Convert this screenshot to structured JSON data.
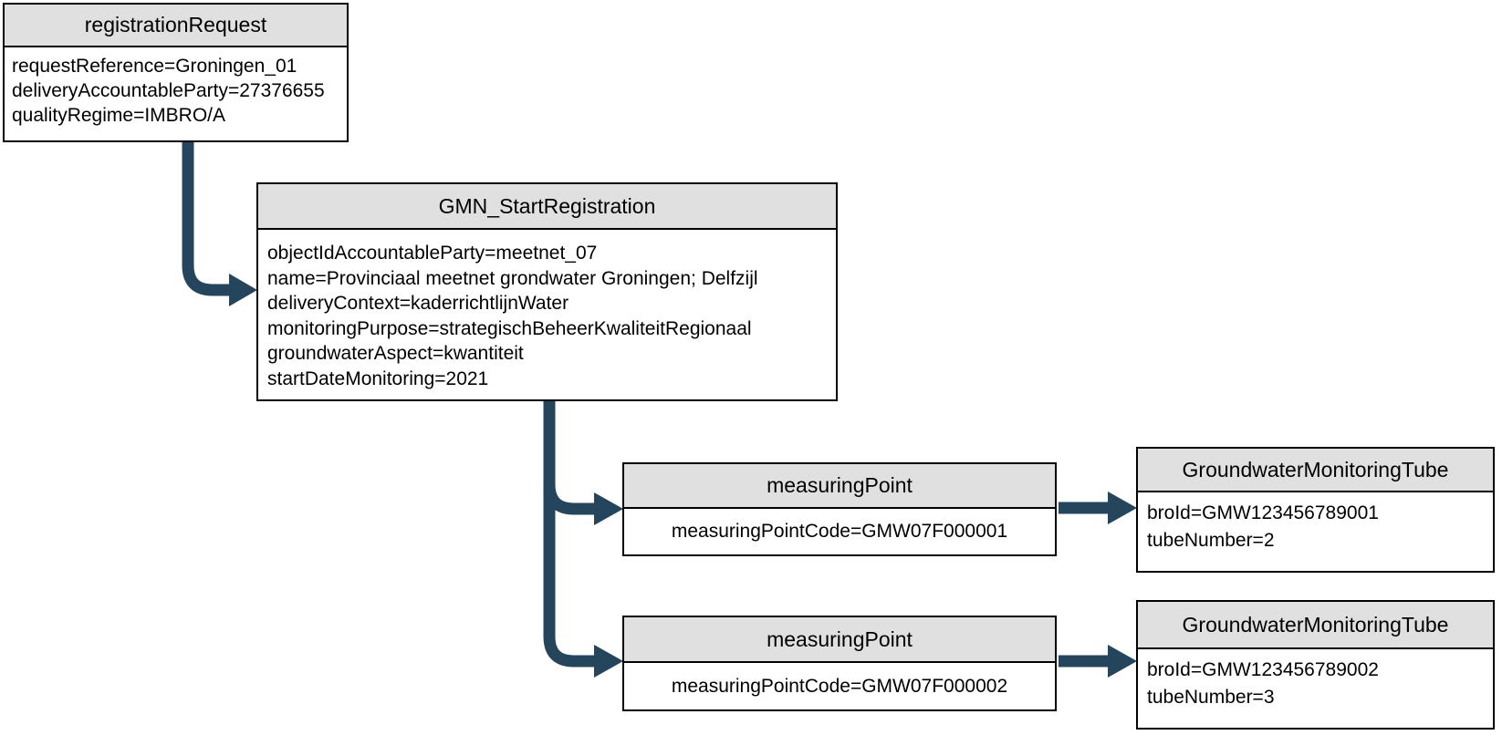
{
  "colors": {
    "arrow": "#24455C",
    "box_header_bg": "#E0E0E0",
    "box_border": "#000000",
    "background": "#FFFFFF"
  },
  "diagram": {
    "type": "object-tree",
    "boxes": {
      "registration_request": {
        "title": "registrationRequest",
        "attributes": [
          "requestReference=Groningen_01",
          "deliveryAccountableParty=27376655",
          "qualityRegime=IMBRO/A"
        ]
      },
      "gmn_start_registration": {
        "title": "GMN_StartRegistration",
        "attributes": [
          "objectIdAccountableParty=meetnet_07",
          "name=Provinciaal meetnet grondwater Groningen; Delfzijl",
          "deliveryContext=kaderrichtlijnWater",
          "monitoringPurpose=strategischBeheerKwaliteitRegionaal",
          "groundwaterAspect=kwantiteit",
          "startDateMonitoring=2021"
        ]
      },
      "measuring_point_1": {
        "title": "measuringPoint",
        "attributes": [
          "measuringPointCode=GMW07F000001"
        ]
      },
      "tube_1": {
        "title": "GroundwaterMonitoringTube",
        "attributes": [
          "broId=GMW123456789001",
          "tubeNumber=2"
        ]
      },
      "measuring_point_2": {
        "title": "measuringPoint",
        "attributes": [
          "measuringPointCode=GMW07F000002"
        ]
      },
      "tube_2": {
        "title": "GroundwaterMonitoringTube",
        "attributes": [
          "broId=GMW123456789002",
          "tubeNumber=3"
        ]
      }
    },
    "edges": [
      {
        "from": "registrationRequest",
        "to": "GMN_StartRegistration"
      },
      {
        "from": "GMN_StartRegistration",
        "to": "measuringPoint GMW07F000001"
      },
      {
        "from": "GMN_StartRegistration",
        "to": "measuringPoint GMW07F000002"
      },
      {
        "from": "measuringPoint GMW07F000001",
        "to": "GroundwaterMonitoringTube GMW123456789001"
      },
      {
        "from": "measuringPoint GMW07F000002",
        "to": "GroundwaterMonitoringTube GMW123456789002"
      }
    ]
  }
}
